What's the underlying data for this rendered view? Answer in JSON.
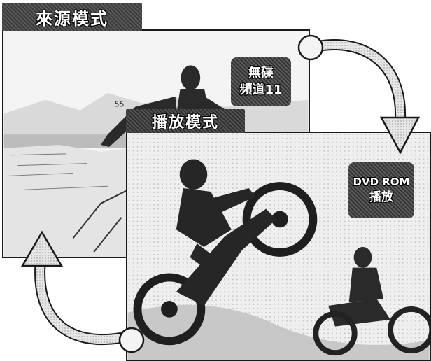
{
  "source_mode": {
    "tab_label": "來源模式",
    "badge_line1": "無碟",
    "badge_line2": "頻道11"
  },
  "play_mode": {
    "tab_label": "播放模式",
    "badge_line1": "DVD ROM",
    "badge_line2": "播放"
  },
  "arrows": {
    "top_right": "source-to-play",
    "bottom_left": "play-to-source"
  },
  "colors": {
    "tab_dark": "#3a3a3a",
    "panel_border": "#1a1a1a",
    "arrow_fill": "#e6e6e6"
  }
}
